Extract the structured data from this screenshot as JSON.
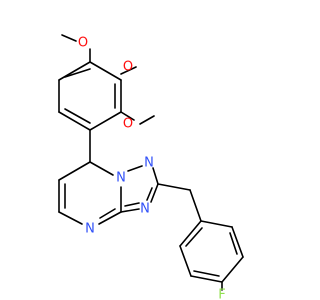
{
  "molecule": {
    "atom_labels": {
      "o_top": "O",
      "o_upper_right": "O",
      "o_lower_right": "O",
      "n_bridge": "N",
      "n_triazole_right": "N",
      "n_triazole_bottom": "N",
      "n_pyrimidine": "N",
      "fluorine": "F"
    },
    "colors": {
      "oxygen": "#ff0d0d",
      "nitrogen": "#3050f8",
      "fluorine": "#90e050",
      "bond": "#000000"
    }
  }
}
